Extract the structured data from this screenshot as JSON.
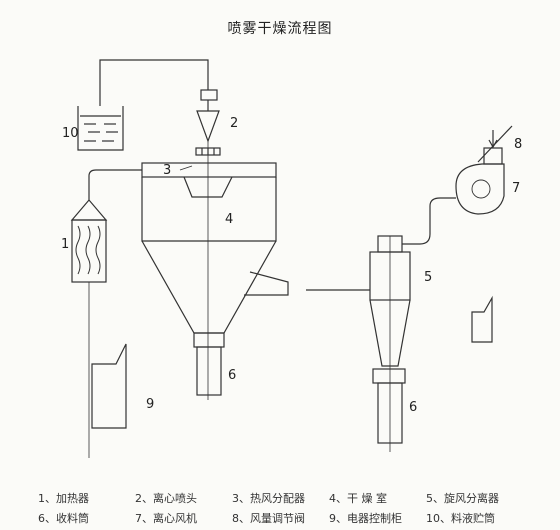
{
  "title": "喷雾干燥流程图",
  "callouts": {
    "n1": "1",
    "n2": "2",
    "n3": "3",
    "n4": "4",
    "n5": "5",
    "n6a": "6",
    "n6b": "6",
    "n7": "7",
    "n8": "8",
    "n9": "9",
    "n10": "10"
  },
  "legend": {
    "row1": [
      "1、加热器",
      "2、离心喷头",
      "3、热风分配器",
      "4、干 燥 室",
      "5、旋风分离器"
    ],
    "row2": [
      "6、收料筒",
      "7、离心风机",
      "8、风量调节阀",
      "9、电器控制柜",
      "10、料液贮筒"
    ]
  }
}
